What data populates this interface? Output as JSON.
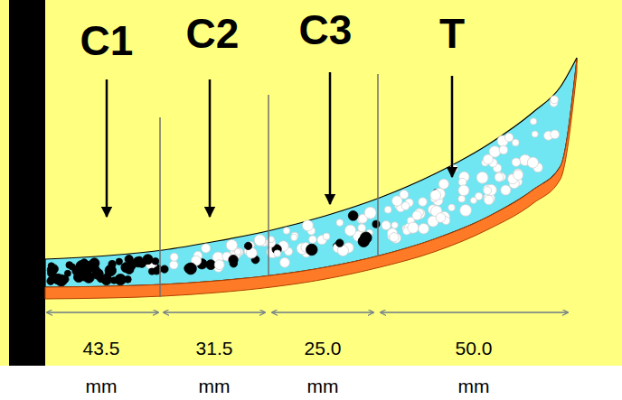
{
  "diagram": {
    "labels": [
      "C1",
      "C2",
      "C3",
      "T",
      "43.5",
      "mm",
      "31.5",
      "mm",
      "25.0",
      "mm",
      "50.0",
      "mm"
    ]
  }
}
